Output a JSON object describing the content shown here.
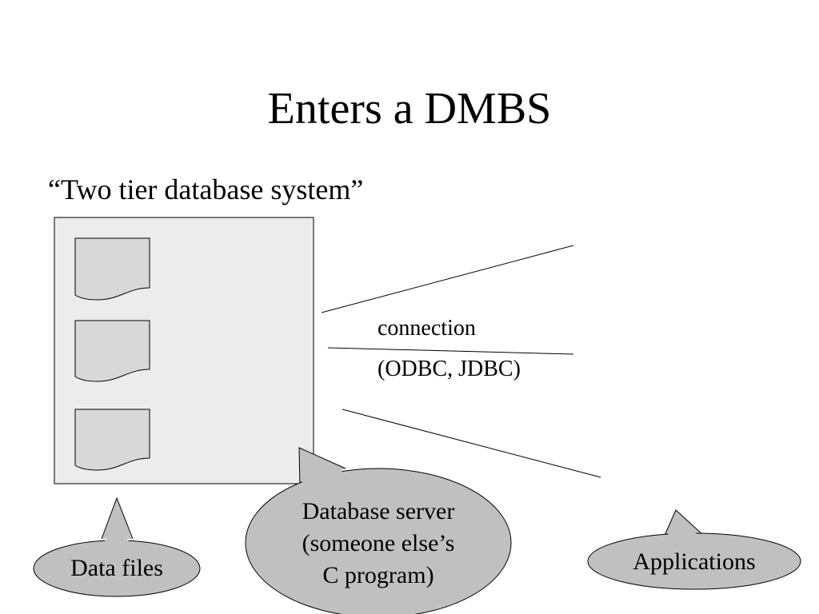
{
  "slide": {
    "title": "Enters a DMBS",
    "subtitle": "“Two tier database system”"
  },
  "diagram": {
    "connection_label": "connection",
    "connection_protocols": "(ODBC, JDBC)",
    "callouts": {
      "data_files": "Data files",
      "server_line1": "Database server",
      "server_line2": "(someone else’s",
      "server_line3": "C program)",
      "applications": "Applications"
    },
    "colors": {
      "server_box_fill": "#ececec",
      "document_fill": "#d8d8d8",
      "callout_fill": "#c0c0c0",
      "stroke": "#000000"
    }
  }
}
